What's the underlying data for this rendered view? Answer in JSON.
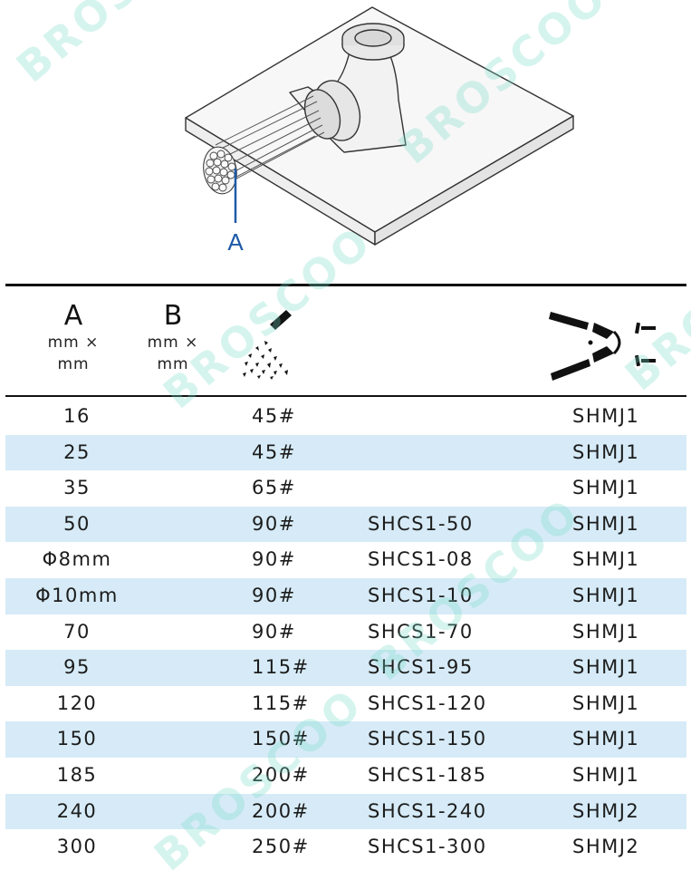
{
  "figure": {
    "label_a": "A"
  },
  "header": {
    "col_a_letter": "A",
    "col_a_unit_1": "mm ×",
    "col_a_unit_2": "mm",
    "col_b_letter": "B",
    "col_b_unit_1": "mm ×",
    "col_b_unit_2": "mm",
    "col_powder_icon": "weld-powder-icon",
    "col_tool_icon": "pliers-clamp-icon"
  },
  "rows": [
    {
      "size": "16",
      "powder": "45#",
      "cartridge": "",
      "tool": "SHMJ1"
    },
    {
      "size": "25",
      "powder": "45#",
      "cartridge": "",
      "tool": "SHMJ1"
    },
    {
      "size": "35",
      "powder": "65#",
      "cartridge": "",
      "tool": "SHMJ1"
    },
    {
      "size": "50",
      "powder": "90#",
      "cartridge": "SHCS1-50",
      "tool": "SHMJ1"
    },
    {
      "size": "Φ8mm",
      "powder": "90#",
      "cartridge": "SHCS1-08",
      "tool": "SHMJ1"
    },
    {
      "size": "Φ10mm",
      "powder": "90#",
      "cartridge": "SHCS1-10",
      "tool": "SHMJ1"
    },
    {
      "size": "70",
      "powder": "90#",
      "cartridge": "SHCS1-70",
      "tool": "SHMJ1"
    },
    {
      "size": "95",
      "powder": "115#",
      "cartridge": "SHCS1-95",
      "tool": "SHMJ1"
    },
    {
      "size": "120",
      "powder": "115#",
      "cartridge": "SHCS1-120",
      "tool": "SHMJ1"
    },
    {
      "size": "150",
      "powder": "150#",
      "cartridge": "SHCS1-150",
      "tool": "SHMJ1"
    },
    {
      "size": "185",
      "powder": "200#",
      "cartridge": "SHCS1-185",
      "tool": "SHMJ1"
    },
    {
      "size": "240",
      "powder": "200#",
      "cartridge": "SHCS1-240",
      "tool": "SHMJ2"
    },
    {
      "size": "300",
      "powder": "250#",
      "cartridge": "SHCS1-300",
      "tool": "SHMJ2"
    }
  ],
  "watermark": "BROSCOO",
  "colors": {
    "row_shade": "#d6ebf7",
    "label_blue": "#1f5aa8",
    "watermark": "#78dcc8"
  }
}
